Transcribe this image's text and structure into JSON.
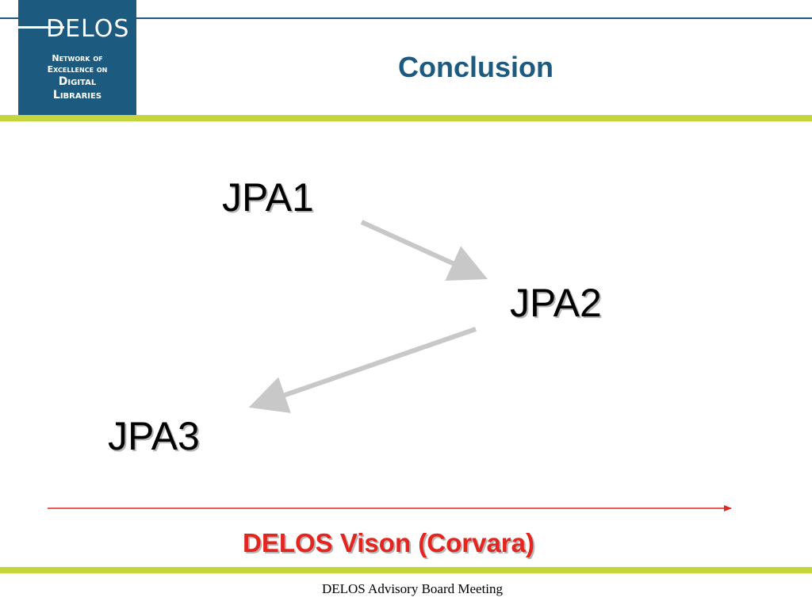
{
  "slide": {
    "title": "Conclusion",
    "logo": {
      "word": "DELOS",
      "lines": [
        "Network of",
        "Excellence on",
        "Digital",
        "Libraries"
      ]
    },
    "items": [
      "JPA1",
      "JPA2",
      "JPA3"
    ],
    "vision": "DELOS Vison (Corvara)",
    "footer": "DELOS Advisory Board Meeting"
  },
  "colors": {
    "brand_blue": "#1d5a7f",
    "accent_green": "#c4d63b",
    "vision_red": "#e3241f",
    "arrow_gray": "#c8c8c8"
  }
}
